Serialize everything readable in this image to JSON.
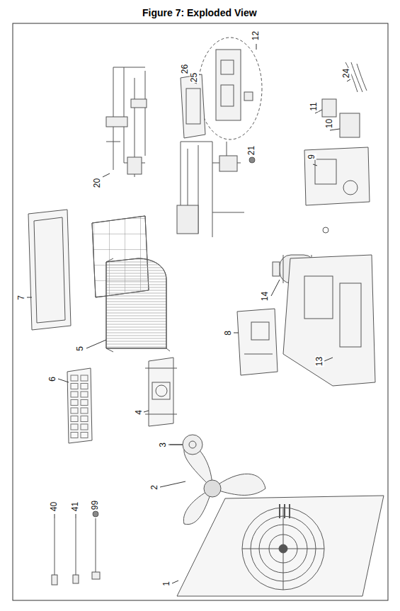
{
  "diagram": {
    "title": "Figure 7: Exploded View",
    "labels": [
      "12",
      "26",
      "25",
      "24",
      "11",
      "10",
      "9",
      "20",
      "21",
      "7",
      "5",
      "14",
      "8",
      "6",
      "4",
      "13",
      "3",
      "2",
      "40",
      "41",
      "99",
      "1"
    ]
  }
}
